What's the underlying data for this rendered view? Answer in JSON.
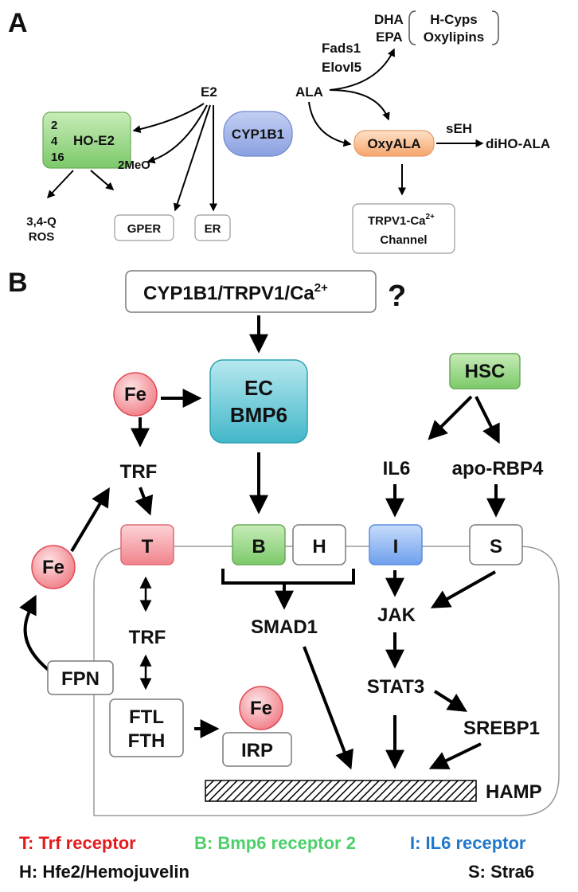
{
  "panel_a": {
    "label": "A",
    "e2": "E2",
    "ala": "ALA",
    "dha": "DHA",
    "epa": "EPA",
    "hcyps": "H-Cyps",
    "oxylipins": "Oxylipins",
    "fads1": "Fads1",
    "elovl5": "Elovl5",
    "cyp1b1": "CYP1B1",
    "oxyala": "OxyALA",
    "seh": "sEH",
    "diho_ala": "diHO-ALA",
    "ho_nums": [
      "2",
      "4",
      "16"
    ],
    "ho_e2": "HO-E2",
    "twomeo": "2MeO",
    "q34": "3,4-Q",
    "ros": "ROS",
    "gper": "GPER",
    "er": "ER",
    "trpv1_line1": "TRPV1-Ca",
    "trpv1_sup": "2+",
    "trpv1_line2": "Channel"
  },
  "panel_b": {
    "label": "B",
    "top_box": "CYP1B1/TRPV1/Ca",
    "top_box_sup": "2+",
    "question": "?",
    "fe": "Fe",
    "ec": "EC",
    "bmp6": "BMP6",
    "hsc": "HSC",
    "trf": "TRF",
    "il6": "IL6",
    "apo_rbp4": "apo-RBP4",
    "receptor_t": "T",
    "receptor_b": "B",
    "receptor_h": "H",
    "receptor_i": "I",
    "receptor_s": "S",
    "smad1": "SMAD1",
    "jak": "JAK",
    "stat3": "STAT3",
    "srebp1": "SREBP1",
    "fpn": "FPN",
    "ftl": "FTL",
    "fth": "FTH",
    "irp": "IRP",
    "hamp": "HAMP"
  },
  "legend": {
    "t": "T: Trf receptor",
    "b": "B: Bmp6 receptor 2",
    "i": "I: IL6 receptor",
    "h": "H: Hfe2/Hemojuvelin",
    "s": "S: Stra6"
  },
  "colors": {
    "red": "#e31a1c",
    "green": "#4cd06a",
    "blue": "#1f78c8",
    "green_box": "#9fd88f",
    "orange_box": "#f9b98a",
    "purple_box": "#9db0e6",
    "teal_box": "#5ec7d6",
    "pink_box": "#f7a1a8",
    "blue_box": "#8fb6f2"
  }
}
